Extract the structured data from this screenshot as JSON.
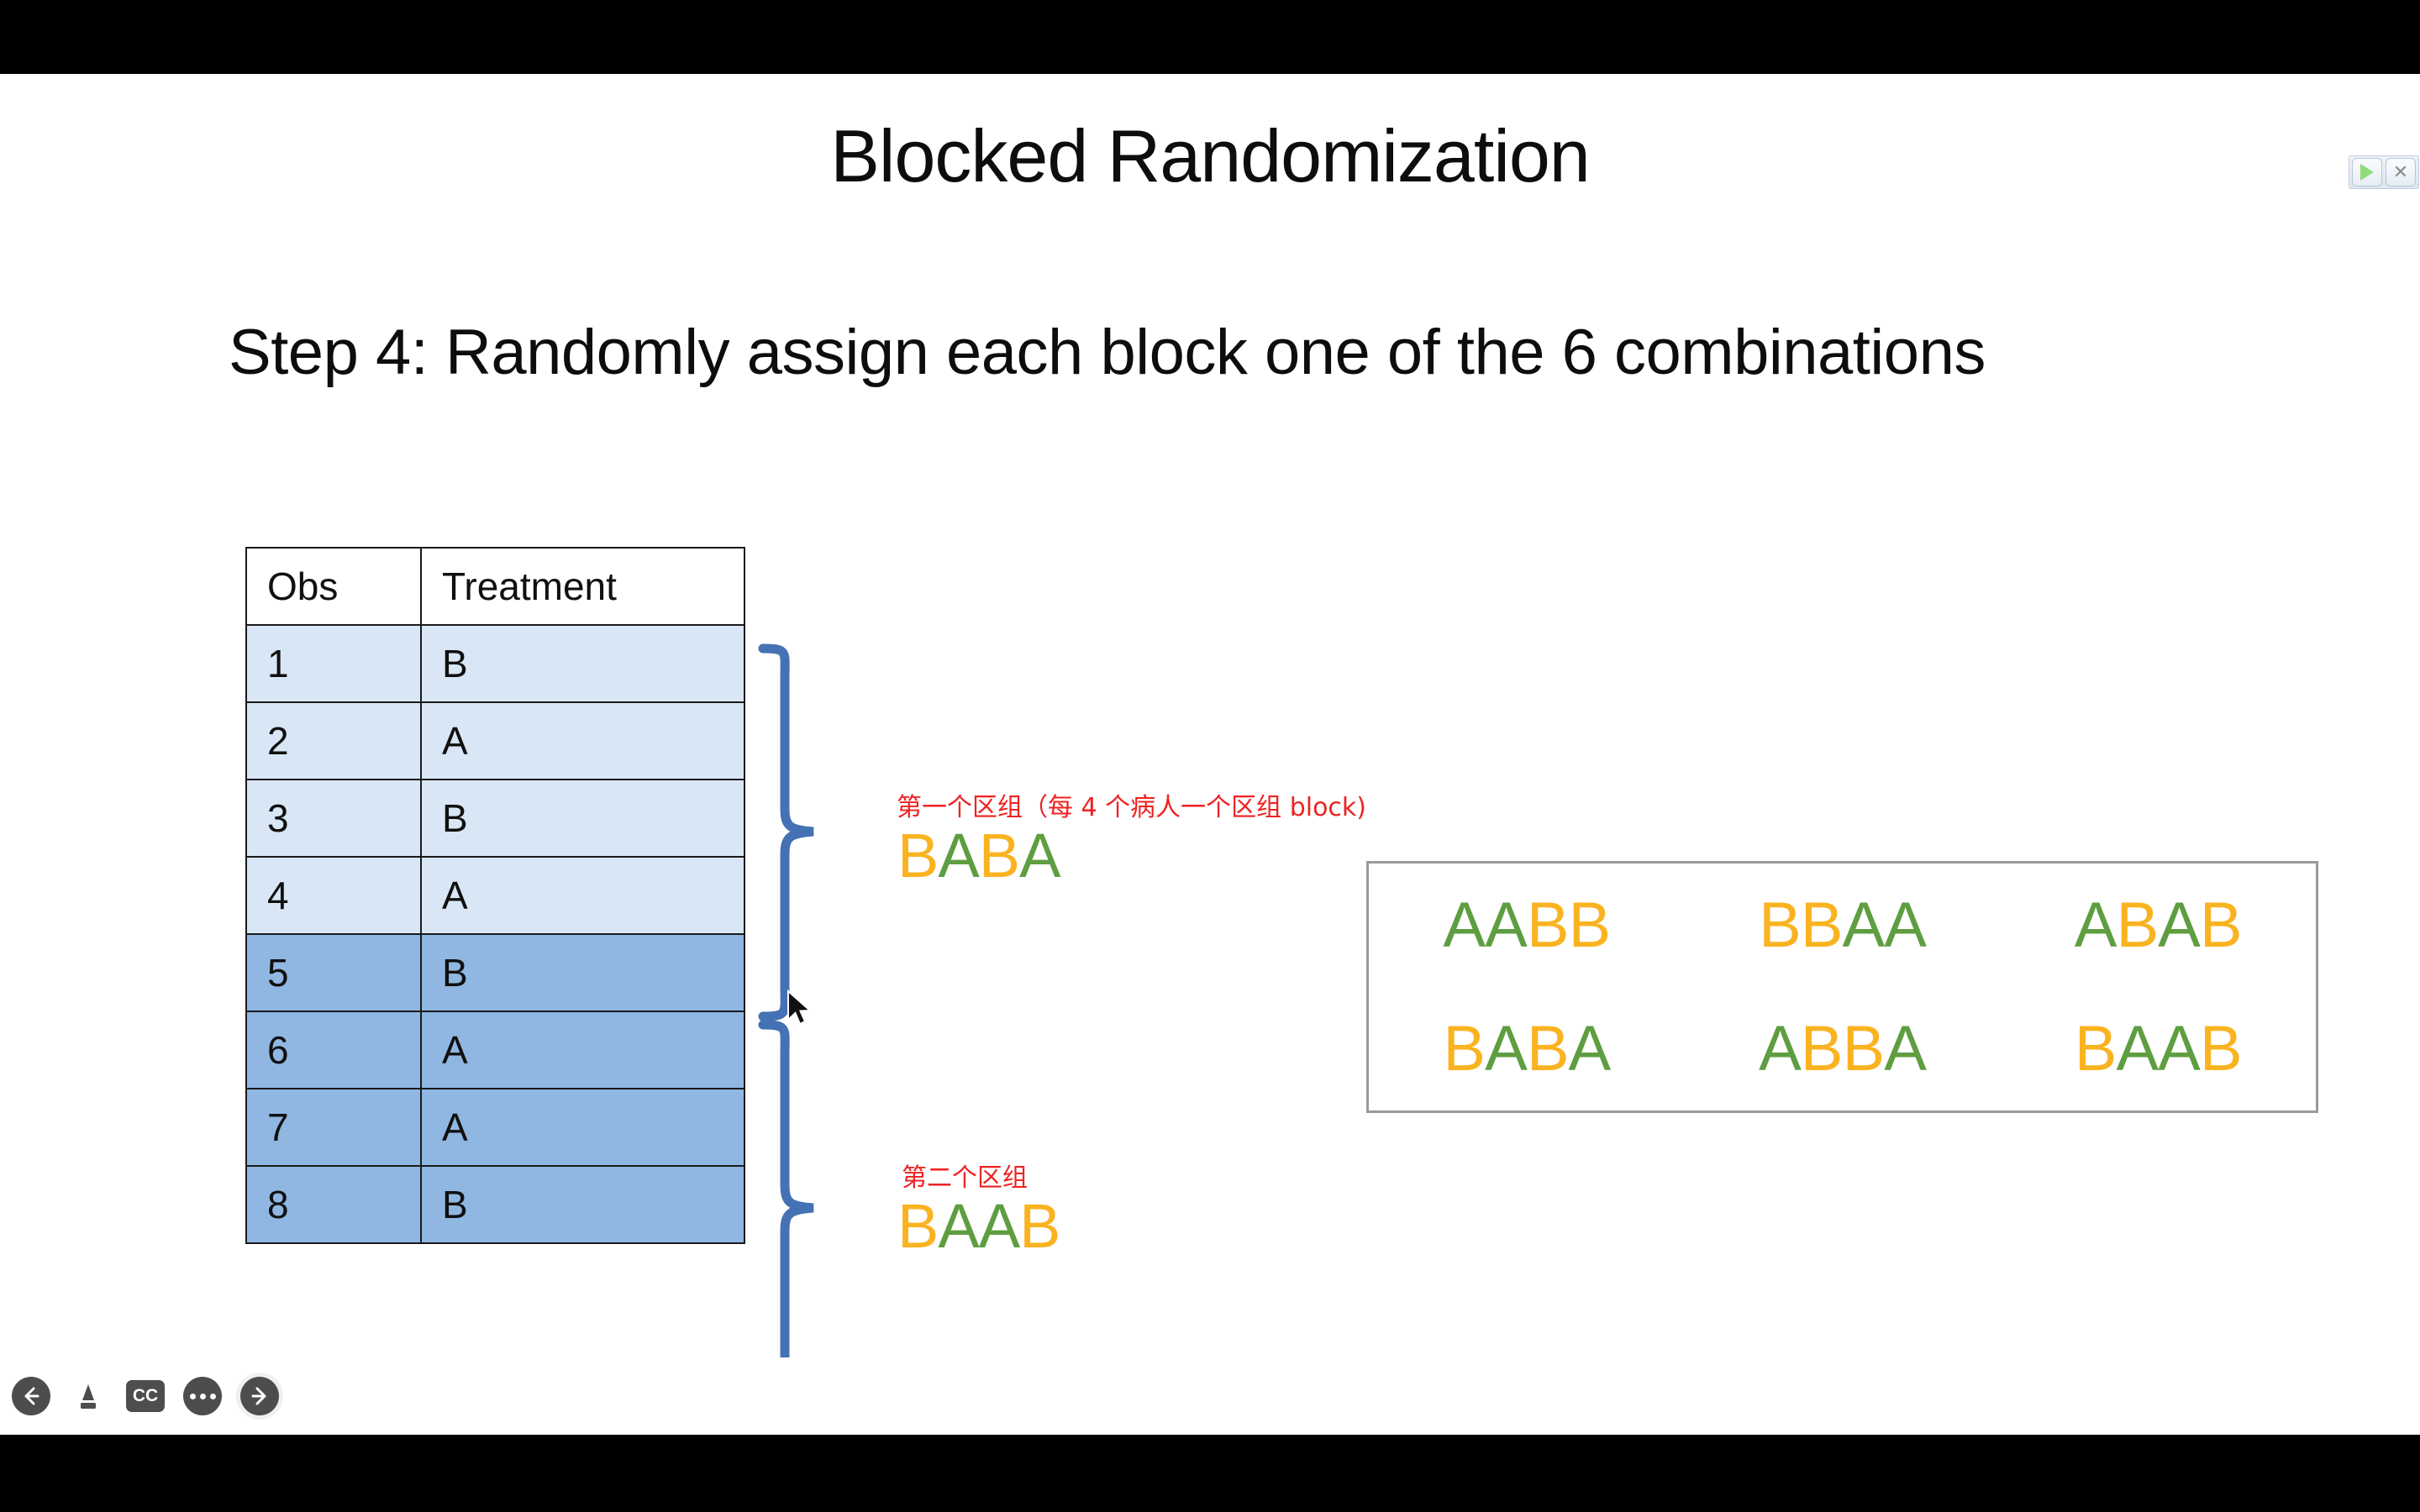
{
  "slide": {
    "title": "Blocked Randomization",
    "subtitle": "Step 4: Randomly assign each block one of the 6 combinations"
  },
  "table": {
    "headers": [
      "Obs",
      "Treatment"
    ],
    "rows": [
      {
        "obs": "1",
        "treatment": "B",
        "block": 1
      },
      {
        "obs": "2",
        "treatment": "A",
        "block": 1
      },
      {
        "obs": "3",
        "treatment": "B",
        "block": 1
      },
      {
        "obs": "4",
        "treatment": "A",
        "block": 1
      },
      {
        "obs": "5",
        "treatment": "B",
        "block": 2
      },
      {
        "obs": "6",
        "treatment": "A",
        "block": 2
      },
      {
        "obs": "7",
        "treatment": "A",
        "block": 2
      },
      {
        "obs": "8",
        "treatment": "B",
        "block": 2
      }
    ]
  },
  "annotations": {
    "block1_note": "第一个区组（每 4 个病人一个区组 block)",
    "block1_word": "BABA",
    "block2_note": "第二个区组",
    "block2_word": "BAAB"
  },
  "combinations": [
    "AABB",
    "BBAA",
    "ABAB",
    "BABA",
    "ABBA",
    "BAAB"
  ],
  "colors": {
    "letter_a": "#5E9E41",
    "letter_b": "#FAB320",
    "annotation_red": "#EE2222",
    "brace_blue": "#4472B4",
    "block1_fill": "#D9E6F5",
    "block2_fill": "#8FB7E2",
    "combo_box_border": "#9A9A9A"
  },
  "player": {
    "back_label": "back-arrow",
    "pen_label": "pen",
    "captions_label": "CC",
    "more_label": "more-options",
    "forward_label": "forward-arrow"
  },
  "mini_toolbar": {
    "play_label": "play",
    "close_label": "close"
  }
}
